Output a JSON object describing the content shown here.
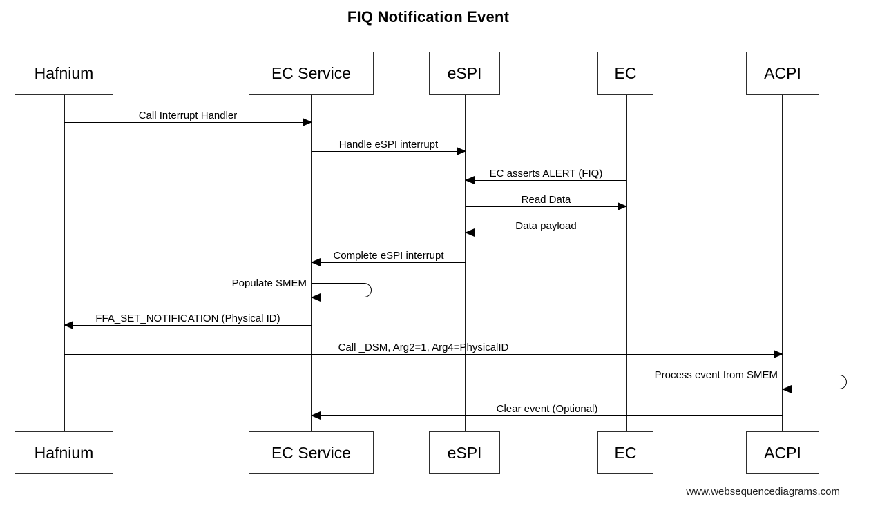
{
  "title": "FIQ Notification Event",
  "participants": [
    {
      "name": "Hafnium"
    },
    {
      "name": "EC Service"
    },
    {
      "name": "eSPI"
    },
    {
      "name": "EC"
    },
    {
      "name": "ACPI"
    }
  ],
  "messages": [
    {
      "label": "Call Interrupt Handler",
      "from": "Hafnium",
      "to": "EC Service",
      "type": "arrow"
    },
    {
      "label": "Handle eSPI interrupt",
      "from": "EC Service",
      "to": "eSPI",
      "type": "arrow"
    },
    {
      "label": "EC asserts ALERT (FIQ)",
      "from": "EC",
      "to": "eSPI",
      "type": "arrow"
    },
    {
      "label": "Read Data",
      "from": "eSPI",
      "to": "EC",
      "type": "arrow"
    },
    {
      "label": "Data payload",
      "from": "EC",
      "to": "eSPI",
      "type": "arrow"
    },
    {
      "label": "Complete eSPI interrupt",
      "from": "eSPI",
      "to": "EC Service",
      "type": "arrow"
    },
    {
      "label": "Populate SMEM",
      "from": "EC Service",
      "to": "EC Service",
      "type": "self"
    },
    {
      "label": "FFA_SET_NOTIFICATION (Physical ID)",
      "from": "EC Service",
      "to": "Hafnium",
      "type": "arrow"
    },
    {
      "label": "Call _DSM, Arg2=1, Arg4=PhysicalID",
      "from": "Hafnium",
      "to": "ACPI",
      "type": "arrow"
    },
    {
      "label": "Process event from SMEM",
      "from": "ACPI",
      "to": "ACPI",
      "type": "self"
    },
    {
      "label": "Clear event (Optional)",
      "from": "ACPI",
      "to": "EC Service",
      "type": "arrow"
    }
  ],
  "watermark": "www.websequencediagrams.com",
  "colors": {
    "background": "#ffffff",
    "line": "#000000",
    "box_border": "#2e2e2e",
    "text": "#000000"
  }
}
